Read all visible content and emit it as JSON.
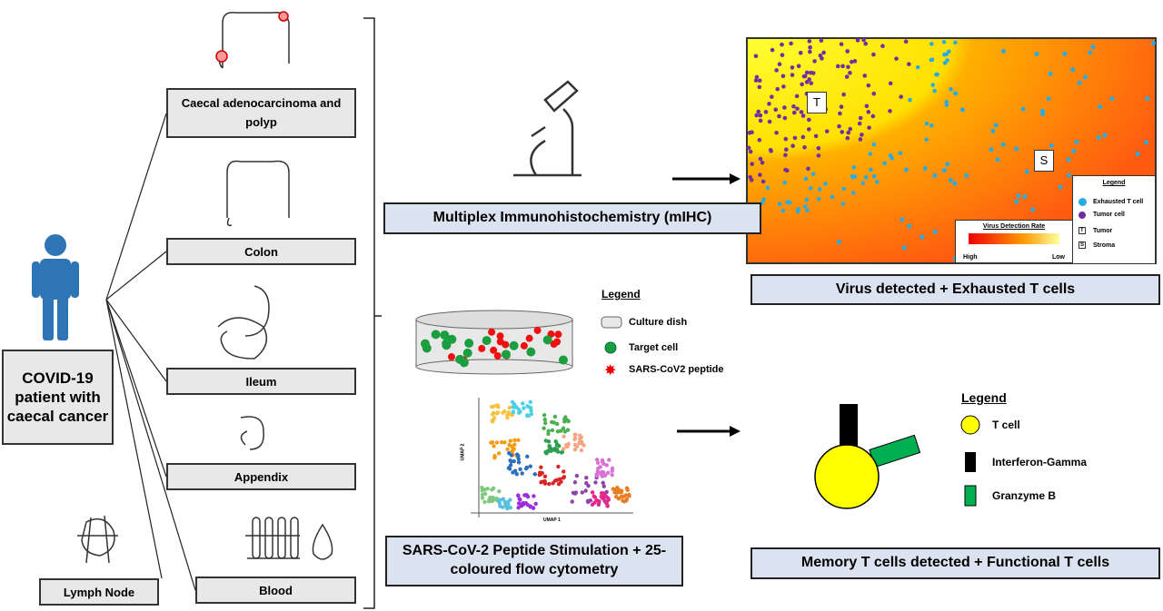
{
  "patient": {
    "label": "COVID-19 patient with caecal cancer",
    "icon": "person-icon"
  },
  "tissues": [
    {
      "label": "Caecal adenocarcinoma and polyp",
      "icon": "colon-tumor-icon"
    },
    {
      "label": "Colon",
      "icon": "colon-icon"
    },
    {
      "label": "Ileum",
      "icon": "intestine-icon"
    },
    {
      "label": "Appendix",
      "icon": "appendix-icon"
    },
    {
      "label": "Lymph Node",
      "icon": "lymph-node-icon"
    },
    {
      "label": "Blood",
      "icon": "blood-tubes-icon"
    }
  ],
  "mihc": {
    "label": "Multiplex Immunohistochemistry (mIHC)",
    "result": "Virus detected + Exhausted T cells",
    "region_tumor": "T",
    "region_stroma": "S",
    "scale_title": "Virus Detection Rate",
    "scale_high": "High",
    "scale_low": "Low",
    "legend": {
      "title": "Legend",
      "items": [
        "Exhausted T cell",
        "Tumor cell",
        "Tumor",
        "Stroma"
      ],
      "symbols": [
        "",
        "",
        "T",
        "S"
      ]
    },
    "colors": {
      "exhausted_t": "#29abe2",
      "tumor_cell": "#7030a0",
      "tumor_bg": "#ffff33",
      "stroma_bg": "#ff5a10"
    }
  },
  "flow": {
    "label": "SARS-CoV-2 Peptide Stimulation + 25-coloured flow cytometry",
    "legend": {
      "title": "Legend",
      "items": [
        "Culture dish",
        "Target cell",
        "SARS-CoV2 peptide"
      ]
    },
    "umap_x": "UMAP 1",
    "umap_y": "UMAP 2"
  },
  "tcell": {
    "result": "Memory T cells detected + Functional T cells",
    "legend": {
      "title": "Legend",
      "items": [
        "T cell",
        "Interferon-Gamma",
        "Granzyme B"
      ]
    },
    "colors": {
      "tcell": "#ffff00",
      "ifng": "#000000",
      "granzyme": "#00b050"
    }
  }
}
